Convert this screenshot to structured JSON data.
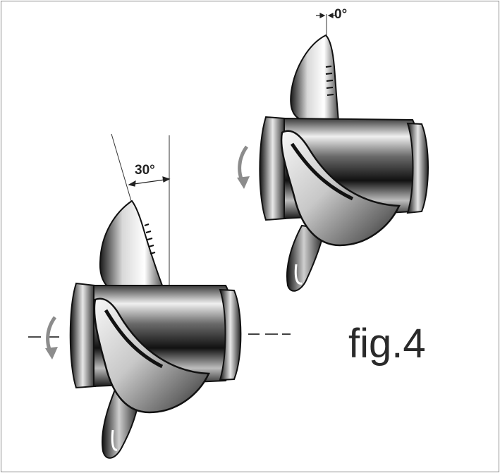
{
  "figure": {
    "label": "fig.4",
    "angles": {
      "left_propeller": "30°",
      "right_propeller": "0°"
    }
  },
  "colors": {
    "frame": "#8a8a8a",
    "ink": "#111111",
    "metal_light": "#f4f4f4",
    "metal_mid": "#9a9a9a",
    "arrow": "#8c8c8c"
  }
}
